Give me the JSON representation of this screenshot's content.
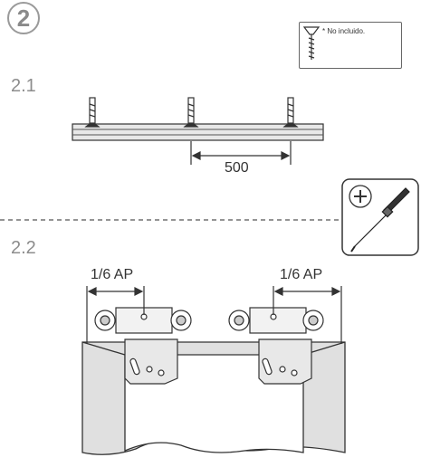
{
  "step": {
    "number": "2"
  },
  "substeps": {
    "first": "2.1",
    "second": "2.2"
  },
  "note": {
    "text": "* No incluido."
  },
  "rail_section": {
    "spacing_label": "500"
  },
  "door_section": {
    "left_label": "1/6 AP",
    "right_label": "1/6 AP"
  },
  "icons": {
    "screw": "screw-icon",
    "screwdriver": "screwdriver-icon",
    "phillips": "phillips-head-icon"
  },
  "colors": {
    "line": "#333333",
    "fill": "#e8e8e8",
    "accent": "#8c8c8c"
  }
}
